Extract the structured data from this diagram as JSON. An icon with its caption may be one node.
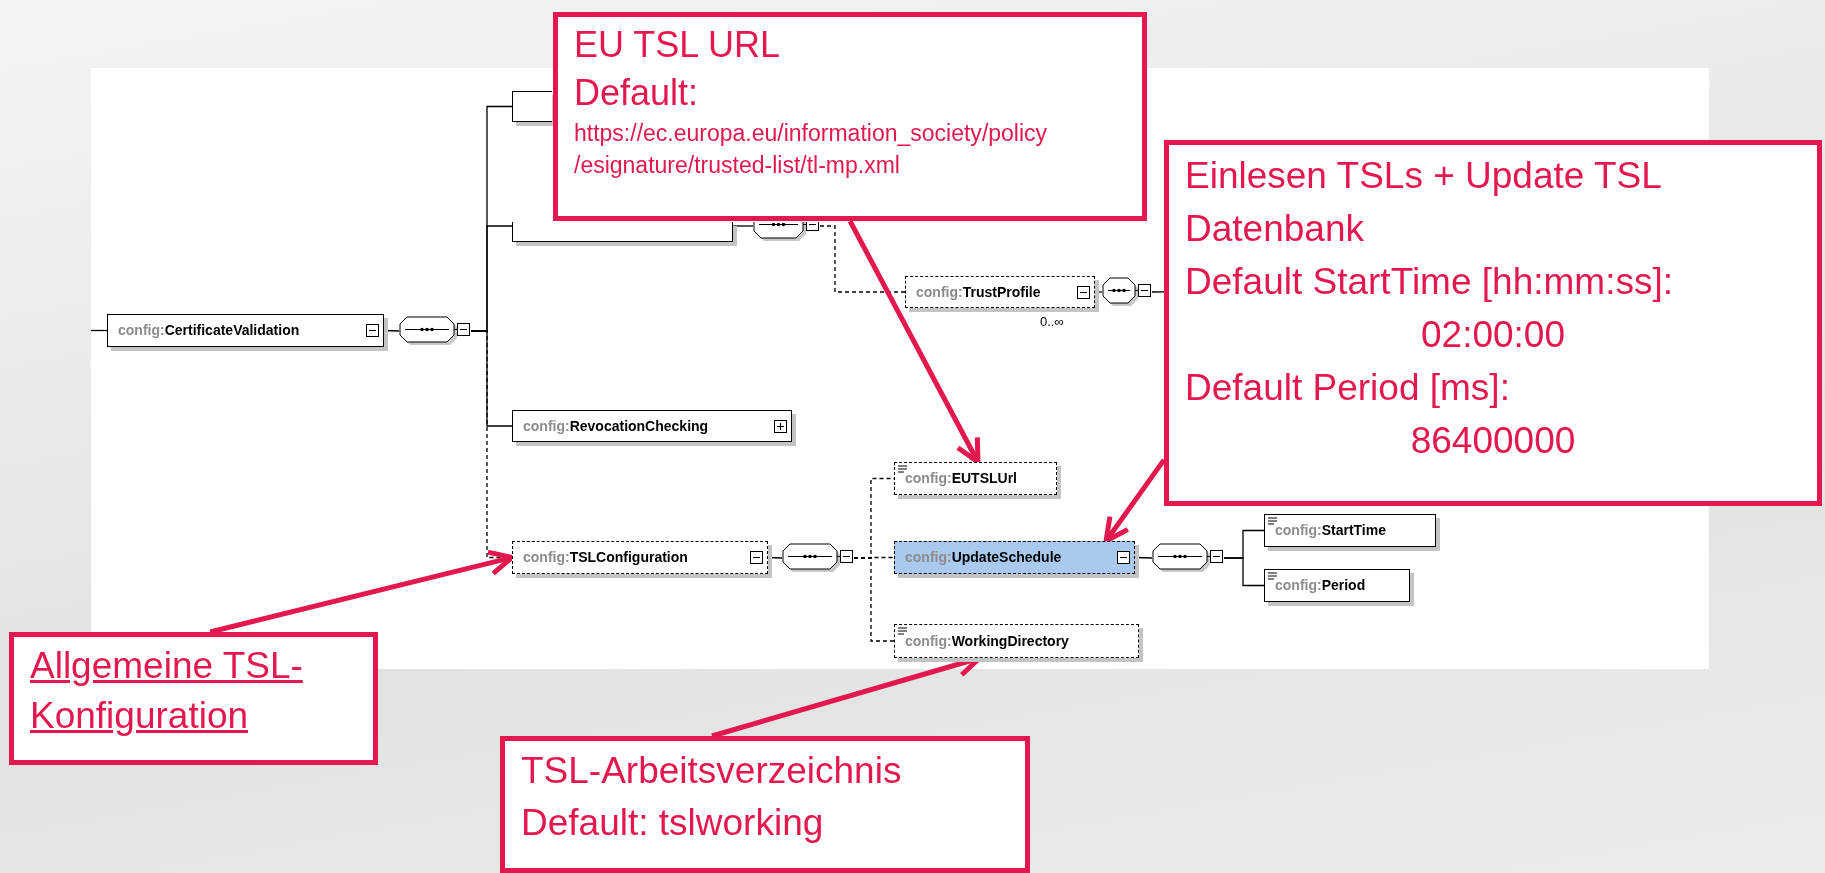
{
  "diagram": {
    "nodes": [
      {
        "text": [
          "config:CertificateValidation"
        ]
      },
      {
        "text": [],
        "shape": "octagon"
      },
      {
        "text": [],
        "shape": "box"
      },
      {
        "text": [],
        "shape": "box"
      },
      {
        "text": [],
        "shape": "octagon"
      },
      {
        "text": [
          "config:TrustProfile"
        ],
        "beside": [
          "0..∞"
        ]
      },
      {
        "text": [],
        "shape": "octagon"
      },
      {
        "text": [
          "config:RevocationChecking"
        ]
      },
      {
        "text": [
          "config:TSLConfiguration"
        ]
      },
      {
        "text": [],
        "shape": "octagon"
      },
      {
        "text": [
          "config:EUTSLUrl"
        ]
      },
      {
        "text": [
          "config:UpdateSchedule"
        ]
      },
      {
        "text": [],
        "shape": "octagon"
      },
      {
        "text": [
          "config:StartTime"
        ]
      },
      {
        "text": [
          "config:Period"
        ]
      },
      {
        "text": [
          "config:WorkingDirectory"
        ]
      },
      {
        "text": [
          "EU TSL URL",
          "Default:",
          "https://ec.europa.eu/information_society/policy/esignature/trusted-list/tl-mp.xml"
        ]
      },
      {
        "text": [
          "Einlesen TSLs + Update TSL Datenbank",
          "Default StartTime [hh:mm:ss]:",
          "02:00:00",
          "Default Period [ms]:",
          "86400000"
        ]
      },
      {
        "text": [
          "Allgemeine TSL-Konfiguration"
        ]
      },
      {
        "text": [
          "TSL-Arbeitsverzeichnis",
          "Default: tslworking"
        ]
      }
    ],
    "edges": [
      {
        "from": null,
        "to": 0,
        "arrow": "none"
      },
      {
        "from": 0,
        "to": 1,
        "arrow": "none"
      },
      {
        "from": 1,
        "to": 2,
        "arrow": "none"
      },
      {
        "from": 1,
        "to": 3,
        "arrow": "none"
      },
      {
        "from": 1,
        "to": 7,
        "arrow": "none"
      },
      {
        "from": 1,
        "to": 8,
        "arrow": "none",
        "style": "dashed"
      },
      {
        "from": 3,
        "to": 4,
        "arrow": "none"
      },
      {
        "from": 4,
        "to": 5,
        "arrow": "none",
        "style": "dashed"
      },
      {
        "from": 5,
        "to": 6,
        "arrow": "none"
      },
      {
        "from": 6,
        "to": 17,
        "arrow": "none"
      },
      {
        "from": 8,
        "to": 9,
        "arrow": "none"
      },
      {
        "from": 9,
        "to": 10,
        "arrow": "none",
        "style": "dashed"
      },
      {
        "from": 9,
        "to": 11,
        "arrow": "none",
        "style": "dashed"
      },
      {
        "from": 9,
        "to": 15,
        "arrow": "none",
        "style": "dashed"
      },
      {
        "from": 11,
        "to": 12,
        "arrow": "none"
      },
      {
        "from": 12,
        "to": 13,
        "arrow": "none"
      },
      {
        "from": 12,
        "to": 14,
        "arrow": "none"
      },
      {
        "from": 16,
        "to": 10,
        "arrow": "to",
        "style": "thick",
        "color": "#e2184f"
      },
      {
        "from": 17,
        "to": 11,
        "arrow": "to",
        "style": "thick",
        "color": "#e2184f"
      },
      {
        "from": 18,
        "to": 8,
        "arrow": "to",
        "style": "thick",
        "color": "#e2184f"
      },
      {
        "from": 19,
        "to": 15,
        "arrow": "to",
        "style": "thick",
        "color": "#e2184f"
      }
    ]
  }
}
